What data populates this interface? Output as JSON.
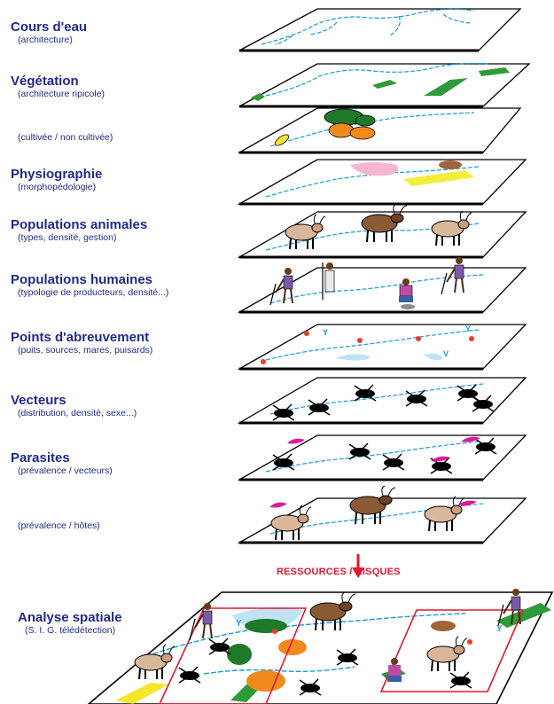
{
  "layers": [
    {
      "id": "cours-eau",
      "title": "Cours d'eau",
      "subtitle": "(architecture)"
    },
    {
      "id": "vegetation",
      "title": "Végétation",
      "subtitle": "(architecture ripicole)"
    },
    {
      "id": "cultivee",
      "title": "",
      "subtitle": "(cultivée / non cultivée)"
    },
    {
      "id": "physiographie",
      "title": "Physiographie",
      "subtitle": "(morphopédologie)"
    },
    {
      "id": "populations-animales",
      "title": "Populations animales",
      "subtitle": "(types, densité, gestion)"
    },
    {
      "id": "populations-humaines",
      "title": "Populations humaines",
      "subtitle": "(typologie de producteurs, densité...)"
    },
    {
      "id": "points-abreuvement",
      "title": "Points d'abreuvement",
      "subtitle": "(puits, sources, mares, puisards)"
    },
    {
      "id": "vecteurs",
      "title": "Vecteurs",
      "subtitle": "(distribution, densité, sexe...)"
    },
    {
      "id": "parasites",
      "title": "Parasites",
      "subtitle": "(prévalence / vecteurs)"
    },
    {
      "id": "hotes",
      "title": "",
      "subtitle": "(prévalence / hôtes)"
    }
  ],
  "result_label": "RESSOURCES / RISQUES",
  "analysis": {
    "title": "Analyse spatiale",
    "subtitle": "(S. I. G. télédétection)"
  },
  "colors": {
    "label": "#1f2a8a",
    "water": "#1a9bd7",
    "vegetation": "#2e9a3a",
    "arrow": "#e0182e",
    "outline": "#000000"
  }
}
